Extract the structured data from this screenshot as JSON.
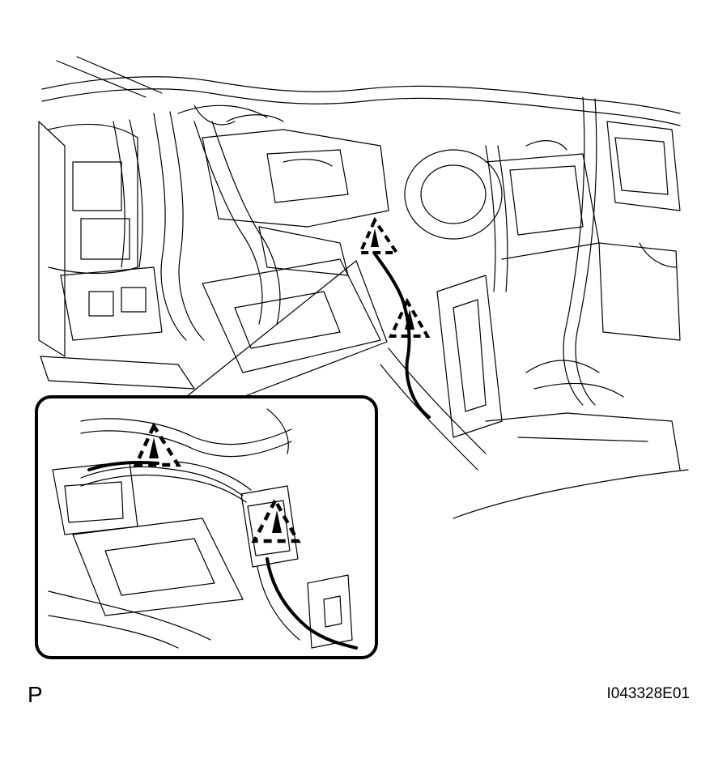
{
  "diagram": {
    "view_label": "P",
    "figure_code": "I043328E01",
    "callout_markers": 4
  }
}
